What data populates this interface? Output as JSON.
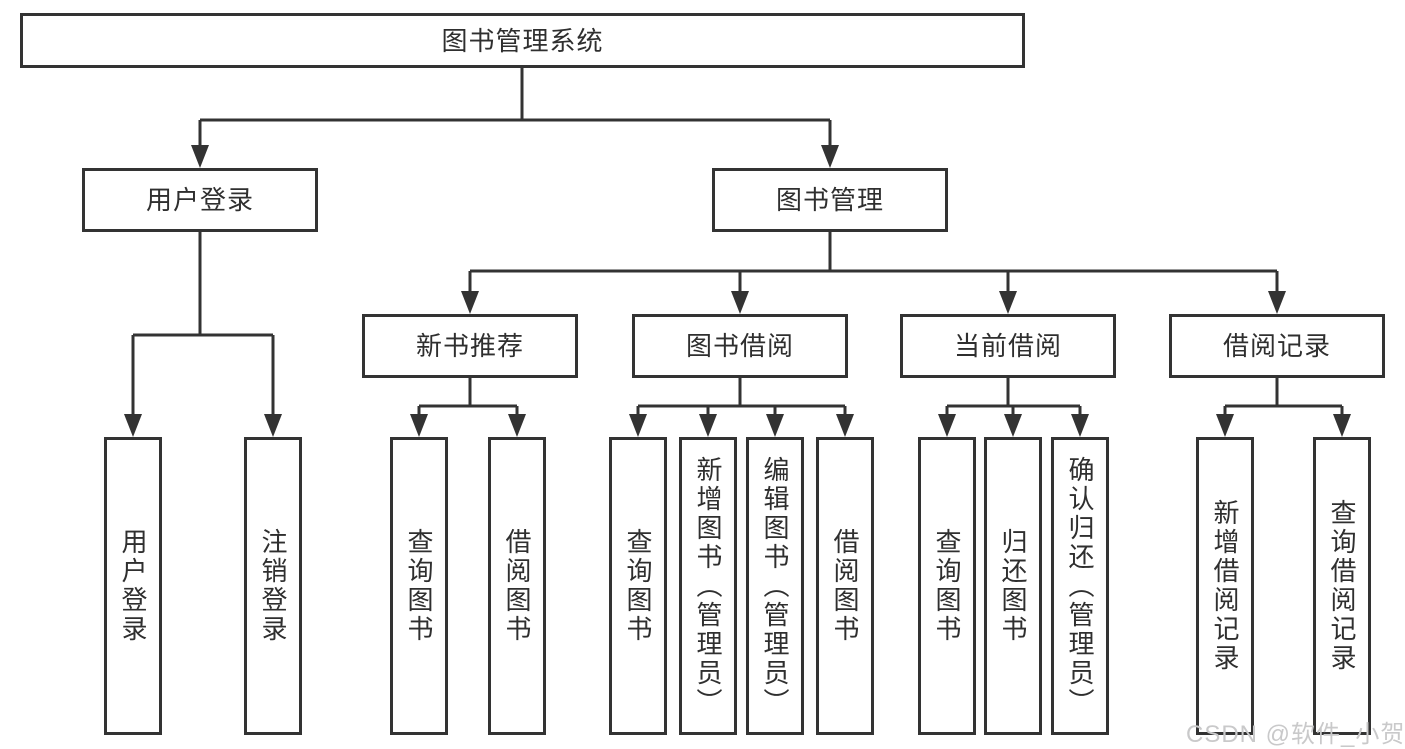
{
  "diagram": {
    "title": "图书管理系统",
    "children": [
      {
        "label": "用户登录",
        "leaves": [
          "用户登录",
          "注销登录"
        ]
      },
      {
        "label": "图书管理",
        "children": [
          {
            "label": "新书推荐",
            "leaves": [
              "查询图书",
              "借阅图书"
            ]
          },
          {
            "label": "图书借阅",
            "leaves": [
              "查询图书",
              "新增图书（管理员）",
              "编辑图书（管理员）",
              "借阅图书"
            ]
          },
          {
            "label": "当前借阅",
            "leaves": [
              "查询图书",
              "归还图书",
              "确认归还（管理员）"
            ]
          },
          {
            "label": "借阅记录",
            "leaves": [
              "新增借阅记录",
              "查询借阅记录"
            ]
          }
        ]
      }
    ]
  },
  "colors": {
    "line": "#333333",
    "box_border": "#333333",
    "text": "#2f2f2f",
    "background": "#ffffff",
    "watermark": "#c9c9ca"
  },
  "watermark": {
    "text": "CSDN @软件_小贺同学"
  }
}
